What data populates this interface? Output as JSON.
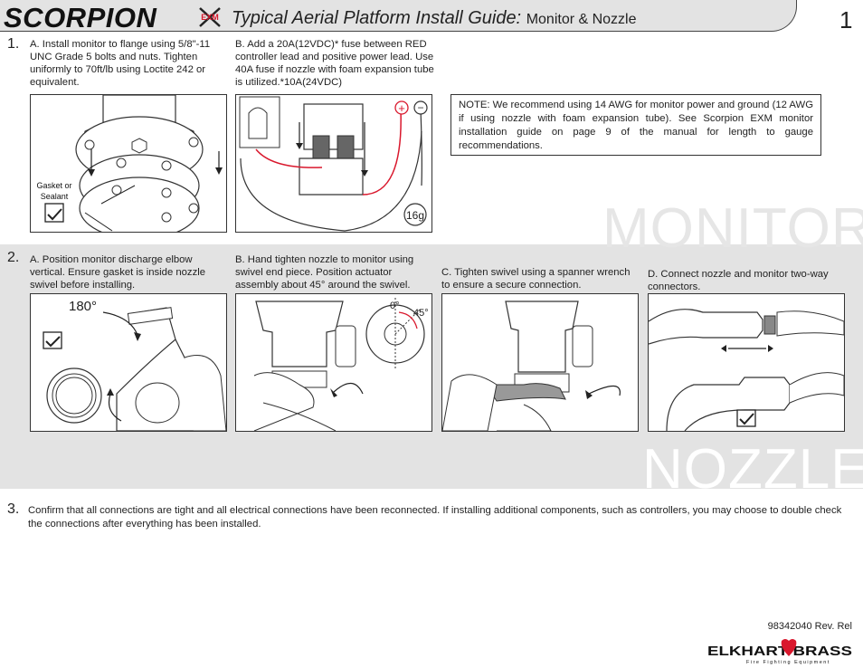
{
  "header": {
    "brand": "SCORPION",
    "brand_badge": "EXM",
    "title": "Typical Aerial Platform Install Guide:",
    "subtitle": "Monitor & Nozzle",
    "page_number": "1"
  },
  "section1": {
    "number": "1.",
    "step_a": "A. Install monitor to flange using 5/8\"-11 UNC Grade 5 bolts and nuts. Tighten uniformly to 70ft/lb using Loctite 242 or equivalent.",
    "step_b": "B. Add a 20A(12VDC)* fuse between RED controller lead and positive power lead. Use 40A fuse if nozzle with foam expansion tube is utilized.*10A(24VDC)",
    "gasket_label": "Gasket or Sealant",
    "wire_gauge": "16g",
    "plus": "+",
    "minus": "−",
    "note": "NOTE: We recommend using 14 AWG for monitor power and ground (12 AWG if using nozzle with foam expansion tube). See Scorpion EXM monitor installation guide on page 9 of the manual for length to gauge recommendations.",
    "watermark": "MONITOR"
  },
  "section2": {
    "number": "2.",
    "step_a": "A. Position monitor discharge elbow vertical. Ensure gasket is inside nozzle swivel before installing.",
    "step_b": "B. Hand tighten nozzle to monitor using swivel end piece. Position actuator assembly about 45° around the swivel.",
    "step_c": "C. Tighten swivel using a spanner wrench to ensure a secure connection.",
    "step_d": "D. Connect nozzle and monitor two-way connectors.",
    "angle_180": "180°",
    "angle_0": "0°",
    "angle_45": "45°",
    "watermark": "NOZZLE"
  },
  "section3": {
    "number": "3.",
    "text": "Confirm that all connections are tight and all electrical connections have been reconnected. If installing additional components, such as controllers, you may choose to double check the connections after everything has been installed."
  },
  "footer": {
    "doc_number": "98342040 Rev. Rel",
    "logo_text": "ELKHART BRASS",
    "logo_tagline": "Fire Fighting Equipment"
  },
  "colors": {
    "accent_red": "#d9182d",
    "band_gray": "#e3e3e3",
    "outline": "#333333"
  }
}
